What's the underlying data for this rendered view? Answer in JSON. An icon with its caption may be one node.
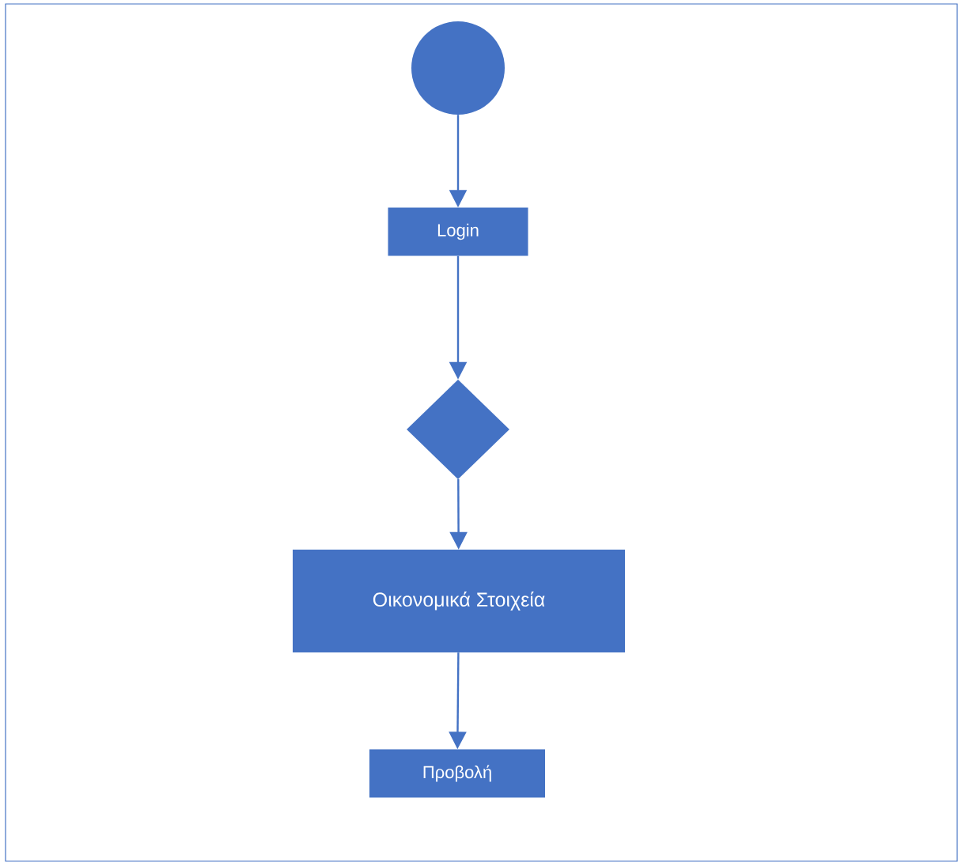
{
  "diagram": {
    "nodes": [
      {
        "text": [],
        "shape": "circle"
      },
      {
        "text": [
          "Login"
        ]
      },
      {
        "text": [],
        "shape": "diamond"
      },
      {
        "text": [
          "Οικονομικά Στοιχεία"
        ]
      },
      {
        "text": [
          "Προβολή"
        ]
      }
    ],
    "edges": [
      {
        "from": 0,
        "to": 1,
        "arrow": "to"
      },
      {
        "from": 1,
        "to": 2,
        "arrow": "to"
      },
      {
        "from": 2,
        "to": 3,
        "arrow": "to"
      },
      {
        "from": 3,
        "to": 4,
        "arrow": "to"
      }
    ]
  }
}
